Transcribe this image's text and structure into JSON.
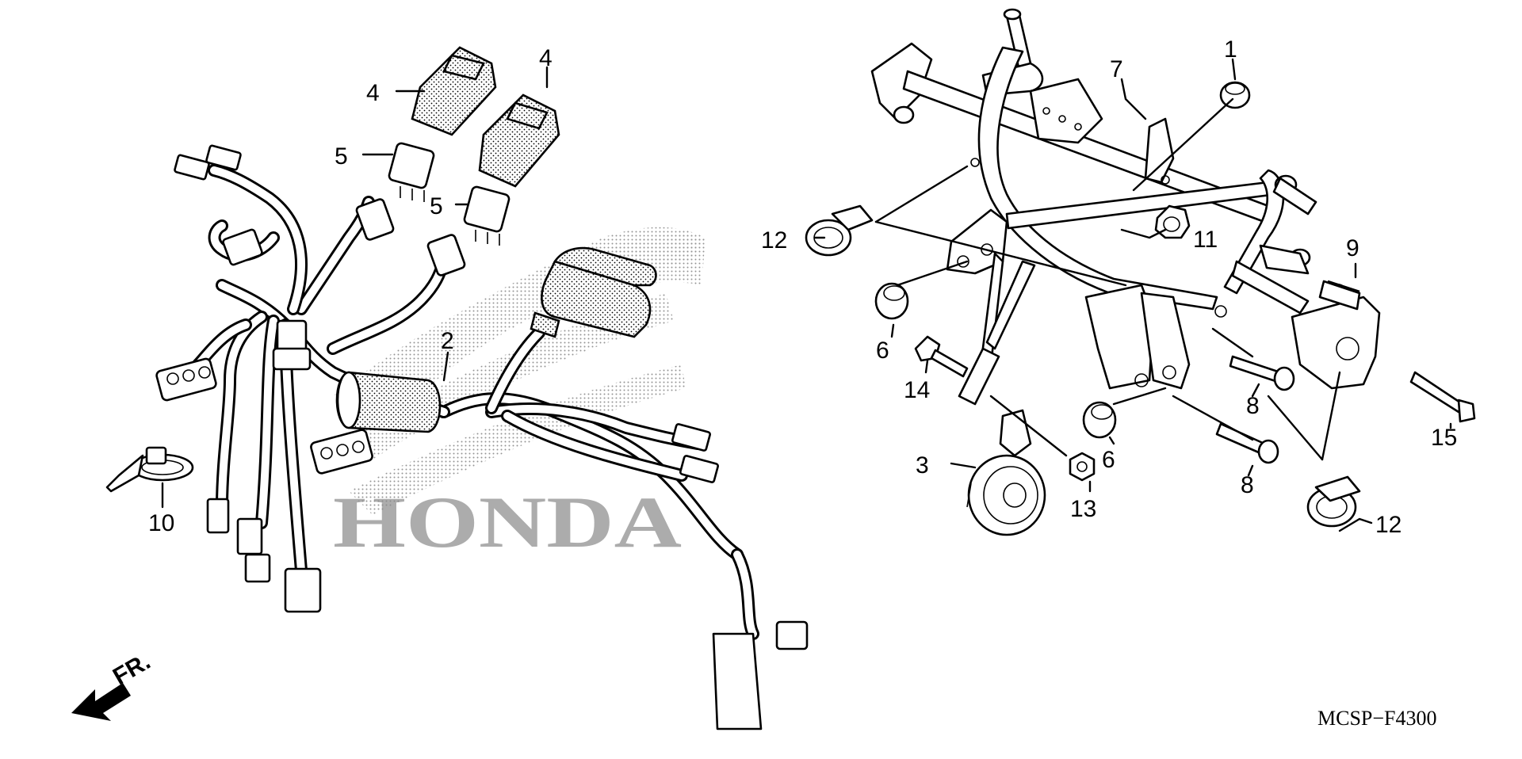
{
  "diagram": {
    "callouts": [
      {
        "id": "c1",
        "text": "1"
      },
      {
        "id": "c2",
        "text": "2"
      },
      {
        "id": "c3",
        "text": "3"
      },
      {
        "id": "c4a",
        "text": "4"
      },
      {
        "id": "c4b",
        "text": "4"
      },
      {
        "id": "c5a",
        "text": "5"
      },
      {
        "id": "c5b",
        "text": "5"
      },
      {
        "id": "c6a",
        "text": "6"
      },
      {
        "id": "c6b",
        "text": "6"
      },
      {
        "id": "c7",
        "text": "7"
      },
      {
        "id": "c8a",
        "text": "8"
      },
      {
        "id": "c8b",
        "text": "8"
      },
      {
        "id": "c9",
        "text": "9"
      },
      {
        "id": "c10",
        "text": "10"
      },
      {
        "id": "c11",
        "text": "11"
      },
      {
        "id": "c12a",
        "text": "12"
      },
      {
        "id": "c12b",
        "text": "12"
      },
      {
        "id": "c13",
        "text": "13"
      },
      {
        "id": "c14",
        "text": "14"
      },
      {
        "id": "c15",
        "text": "15"
      }
    ],
    "direction_label": "FR.",
    "watermark": "HONDA",
    "diagram_code": "MCSP−F4300"
  }
}
